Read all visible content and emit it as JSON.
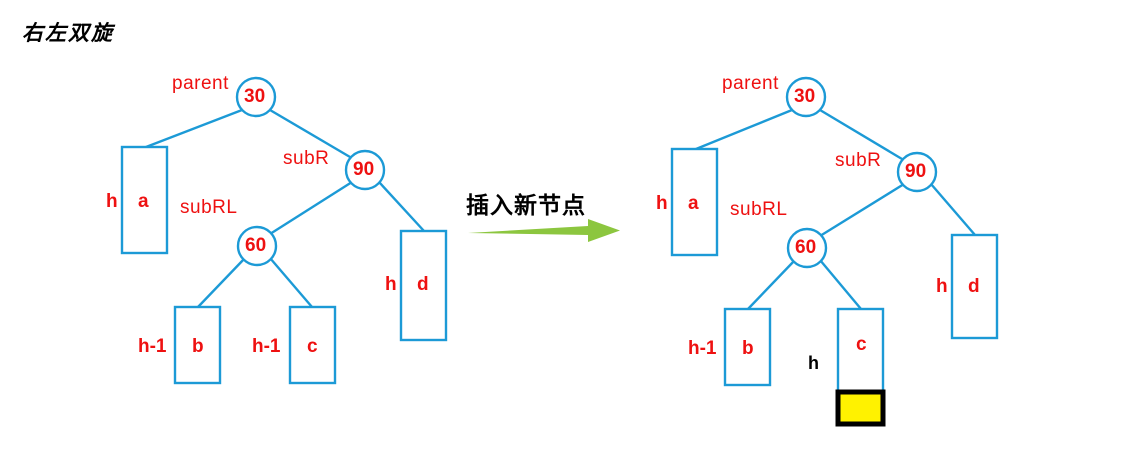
{
  "title": "右左双旋",
  "transition": {
    "caption": "插入新节点",
    "arrow_icon": "right-arrow-icon",
    "arrow_color": "#8CC63F"
  },
  "colors": {
    "stroke": "#1C9AD6",
    "text": "#EE1111",
    "black": "#000000",
    "highlight": "#FFF200"
  },
  "left_tree": {
    "caption": "before-insert",
    "nodes": [
      {
        "name": "parent-node",
        "label": "parent",
        "value": "30"
      },
      {
        "name": "subr-node",
        "label": "subR",
        "value": "90"
      },
      {
        "name": "subrl-node",
        "label": "subRL",
        "value": "60"
      }
    ],
    "subtrees": [
      {
        "name": "subtree-a",
        "label": "a",
        "height": "h"
      },
      {
        "name": "subtree-b",
        "label": "b",
        "height": "h-1"
      },
      {
        "name": "subtree-c",
        "label": "c",
        "height": "h-1"
      },
      {
        "name": "subtree-d",
        "label": "d",
        "height": "h"
      }
    ]
  },
  "right_tree": {
    "caption": "after-insert",
    "nodes": [
      {
        "name": "parent-node",
        "label": "parent",
        "value": "30"
      },
      {
        "name": "subr-node",
        "label": "subR",
        "value": "90"
      },
      {
        "name": "subrl-node",
        "label": "subRL",
        "value": "60"
      }
    ],
    "subtrees": [
      {
        "name": "subtree-a",
        "label": "a",
        "height": "h"
      },
      {
        "name": "subtree-b",
        "label": "b",
        "height": "h-1"
      },
      {
        "name": "subtree-c",
        "label": "c",
        "height": "h"
      },
      {
        "name": "subtree-d",
        "label": "d",
        "height": "h"
      }
    ],
    "inserted_node": {
      "name": "inserted-node-marker",
      "label": ""
    }
  }
}
